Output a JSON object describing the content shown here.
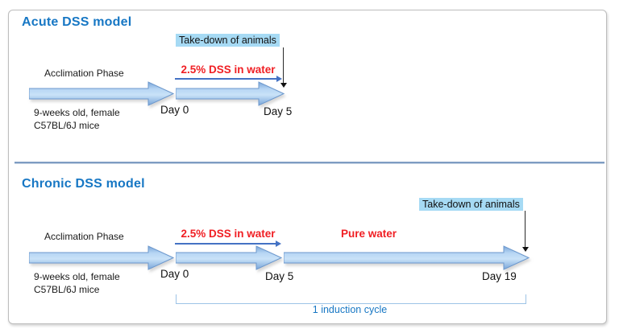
{
  "acute": {
    "title": "Acute DSS model",
    "takedown": "Take-down of animals",
    "treatment": "2.5% DSS in water",
    "acclimation": "Acclimation Phase",
    "mice_line1": "9-weeks old, female",
    "mice_line2": "C57BL/6J mice",
    "day_start": "Day 0",
    "day_end": "Day 5"
  },
  "chronic": {
    "title": "Chronic DSS model",
    "takedown": "Take-down of animals",
    "treatment": "2.5% DSS in water",
    "pure_water": "Pure water",
    "acclimation": "Acclimation Phase",
    "mice_line1": "9-weeks old, female",
    "mice_line2": "C57BL/6J mice",
    "day_start": "Day 0",
    "day_mid": "Day 5",
    "day_end": "Day 19",
    "cycle": "1 induction cycle"
  },
  "colors": {
    "section_title_blue": "#1777C4",
    "treatment_red": "#F01E23",
    "takedown_highlight": "#A6DAF4",
    "arrow_fill_light": "#C9E2F8",
    "arrow_fill_dark": "#79A5D9",
    "arrow_stroke": "#6C98CD",
    "duration_arrow_blue": "#4472C4",
    "bracket_blue": "#9DC3E6",
    "divider_blue_gray": "#7E9CC2"
  }
}
